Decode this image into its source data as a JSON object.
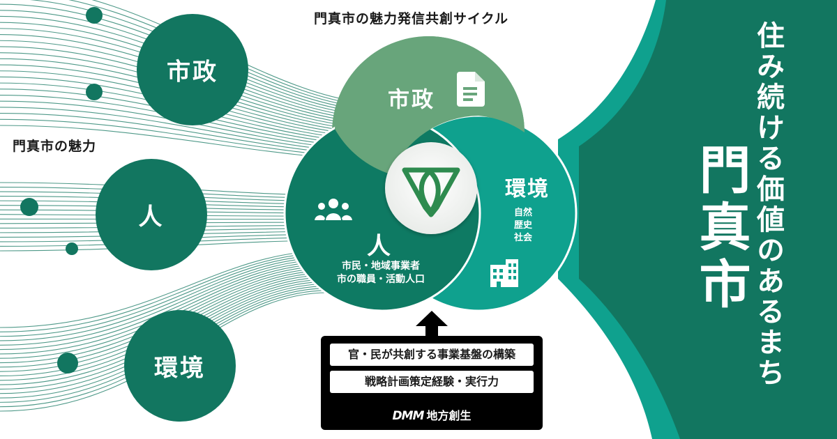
{
  "cycle_title": "門真市の魅力発信共創サイクル",
  "charm_label": "門真市の魅力",
  "left_circles": {
    "top": "市政",
    "middle": "人",
    "bottom": "環境"
  },
  "venn": {
    "top": {
      "label": "市政",
      "icon": "document-icon"
    },
    "left": {
      "label": "人",
      "sub": [
        "市民・地域事業者",
        "市の職員・活動人口"
      ],
      "icon": "people-group-icon"
    },
    "right": {
      "label": "環境",
      "sub": [
        "自然",
        "歴史",
        "社会"
      ],
      "icon": "building-icon"
    },
    "center_icon": "city-emblem-icon"
  },
  "support_box": {
    "line1": "官・民が共創する事業基盤の構築",
    "line2": "戦略計画策定経験・実行力",
    "brand_logo": "DMM",
    "brand_text": "地方創生"
  },
  "tagline": "住み続ける価値のあるまち",
  "city_name": "門真市",
  "colors": {
    "dark_green": "#127660",
    "deep_green": "#0e7a63",
    "sage_green": "#68a57b",
    "teal": "#0fa18e",
    "black": "#000000"
  }
}
